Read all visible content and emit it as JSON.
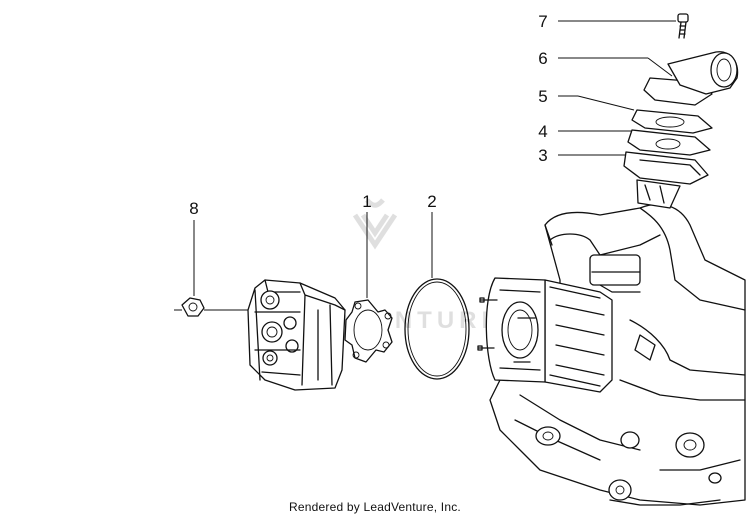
{
  "callouts": [
    "1",
    "2",
    "3",
    "4",
    "5",
    "6",
    "7",
    "8"
  ],
  "watermark": {
    "text": "LEADVENTURE",
    "icon": "leadventure-logo-icon"
  },
  "footer": {
    "credit": "Rendered by LeadVenture, Inc."
  }
}
